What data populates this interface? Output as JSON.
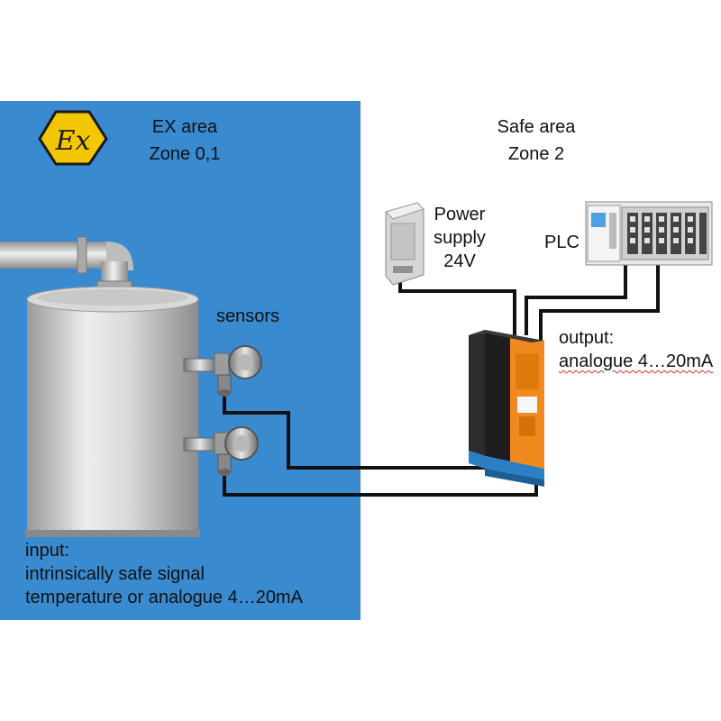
{
  "ex_logo_text": "Ex",
  "ex_area": {
    "title": "EX area",
    "zone": "Zone 0,1"
  },
  "safe_area": {
    "title": "Safe area",
    "zone": "Zone 2"
  },
  "power_supply": {
    "line1": "Power",
    "line2": "supply",
    "line3": "24V"
  },
  "plc": {
    "label": "PLC"
  },
  "sensors": {
    "label": "sensors"
  },
  "output": {
    "line1": "output:",
    "line2": "analogue 4…20mA"
  },
  "input": {
    "line1": "input:",
    "line2": "intrinsically safe signal",
    "line3": "temperature or analogue 4…20mA"
  },
  "colors": {
    "ex_area_bg": "#3a8ad0",
    "ex_logo_yellow": "#f2c600",
    "wire": "#111111",
    "isolator_orange": "#f08a1e",
    "isolator_blue": "#2b7fc4"
  }
}
